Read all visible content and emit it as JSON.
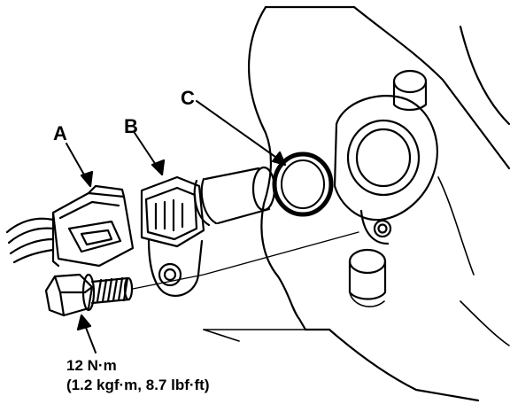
{
  "labels": {
    "a": "A",
    "b": "B",
    "c": "C"
  },
  "torque": {
    "line1": "12 N·m",
    "line2": "(1.2 kgf·m, 8.7 lbf·ft)"
  },
  "colors": {
    "ink": "#000000",
    "paper": "#ffffff"
  }
}
